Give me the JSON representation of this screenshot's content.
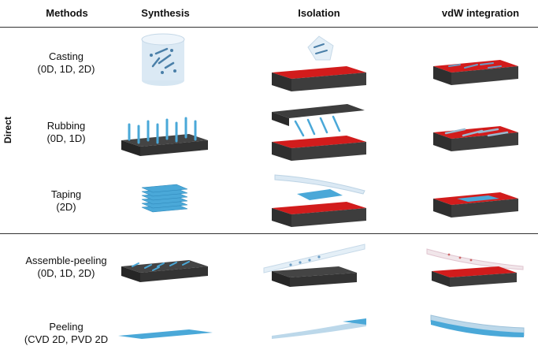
{
  "headers": {
    "methods": "Methods",
    "synthesis": "Synthesis",
    "isolation": "Isolation",
    "integration": "vdW integration"
  },
  "side_label": "Direct",
  "rows": [
    {
      "name": "Casting",
      "dims": "(0D, 1D, 2D)"
    },
    {
      "name": "Rubbing",
      "dims": "(0D, 1D)"
    },
    {
      "name": "Taping",
      "dims": "(2D)"
    },
    {
      "name": "Assemble-peeling",
      "dims": "(0D, 1D, 2D)"
    },
    {
      "name": "Peeling",
      "dims": "(CVD 2D, PVD 2D"
    }
  ],
  "colors": {
    "substrate_top": "#d21c1c",
    "substrate_side": "#3a3a3a",
    "block_top": "#444444",
    "material": "#4aa8d8",
    "film": "#bcd8ea"
  }
}
